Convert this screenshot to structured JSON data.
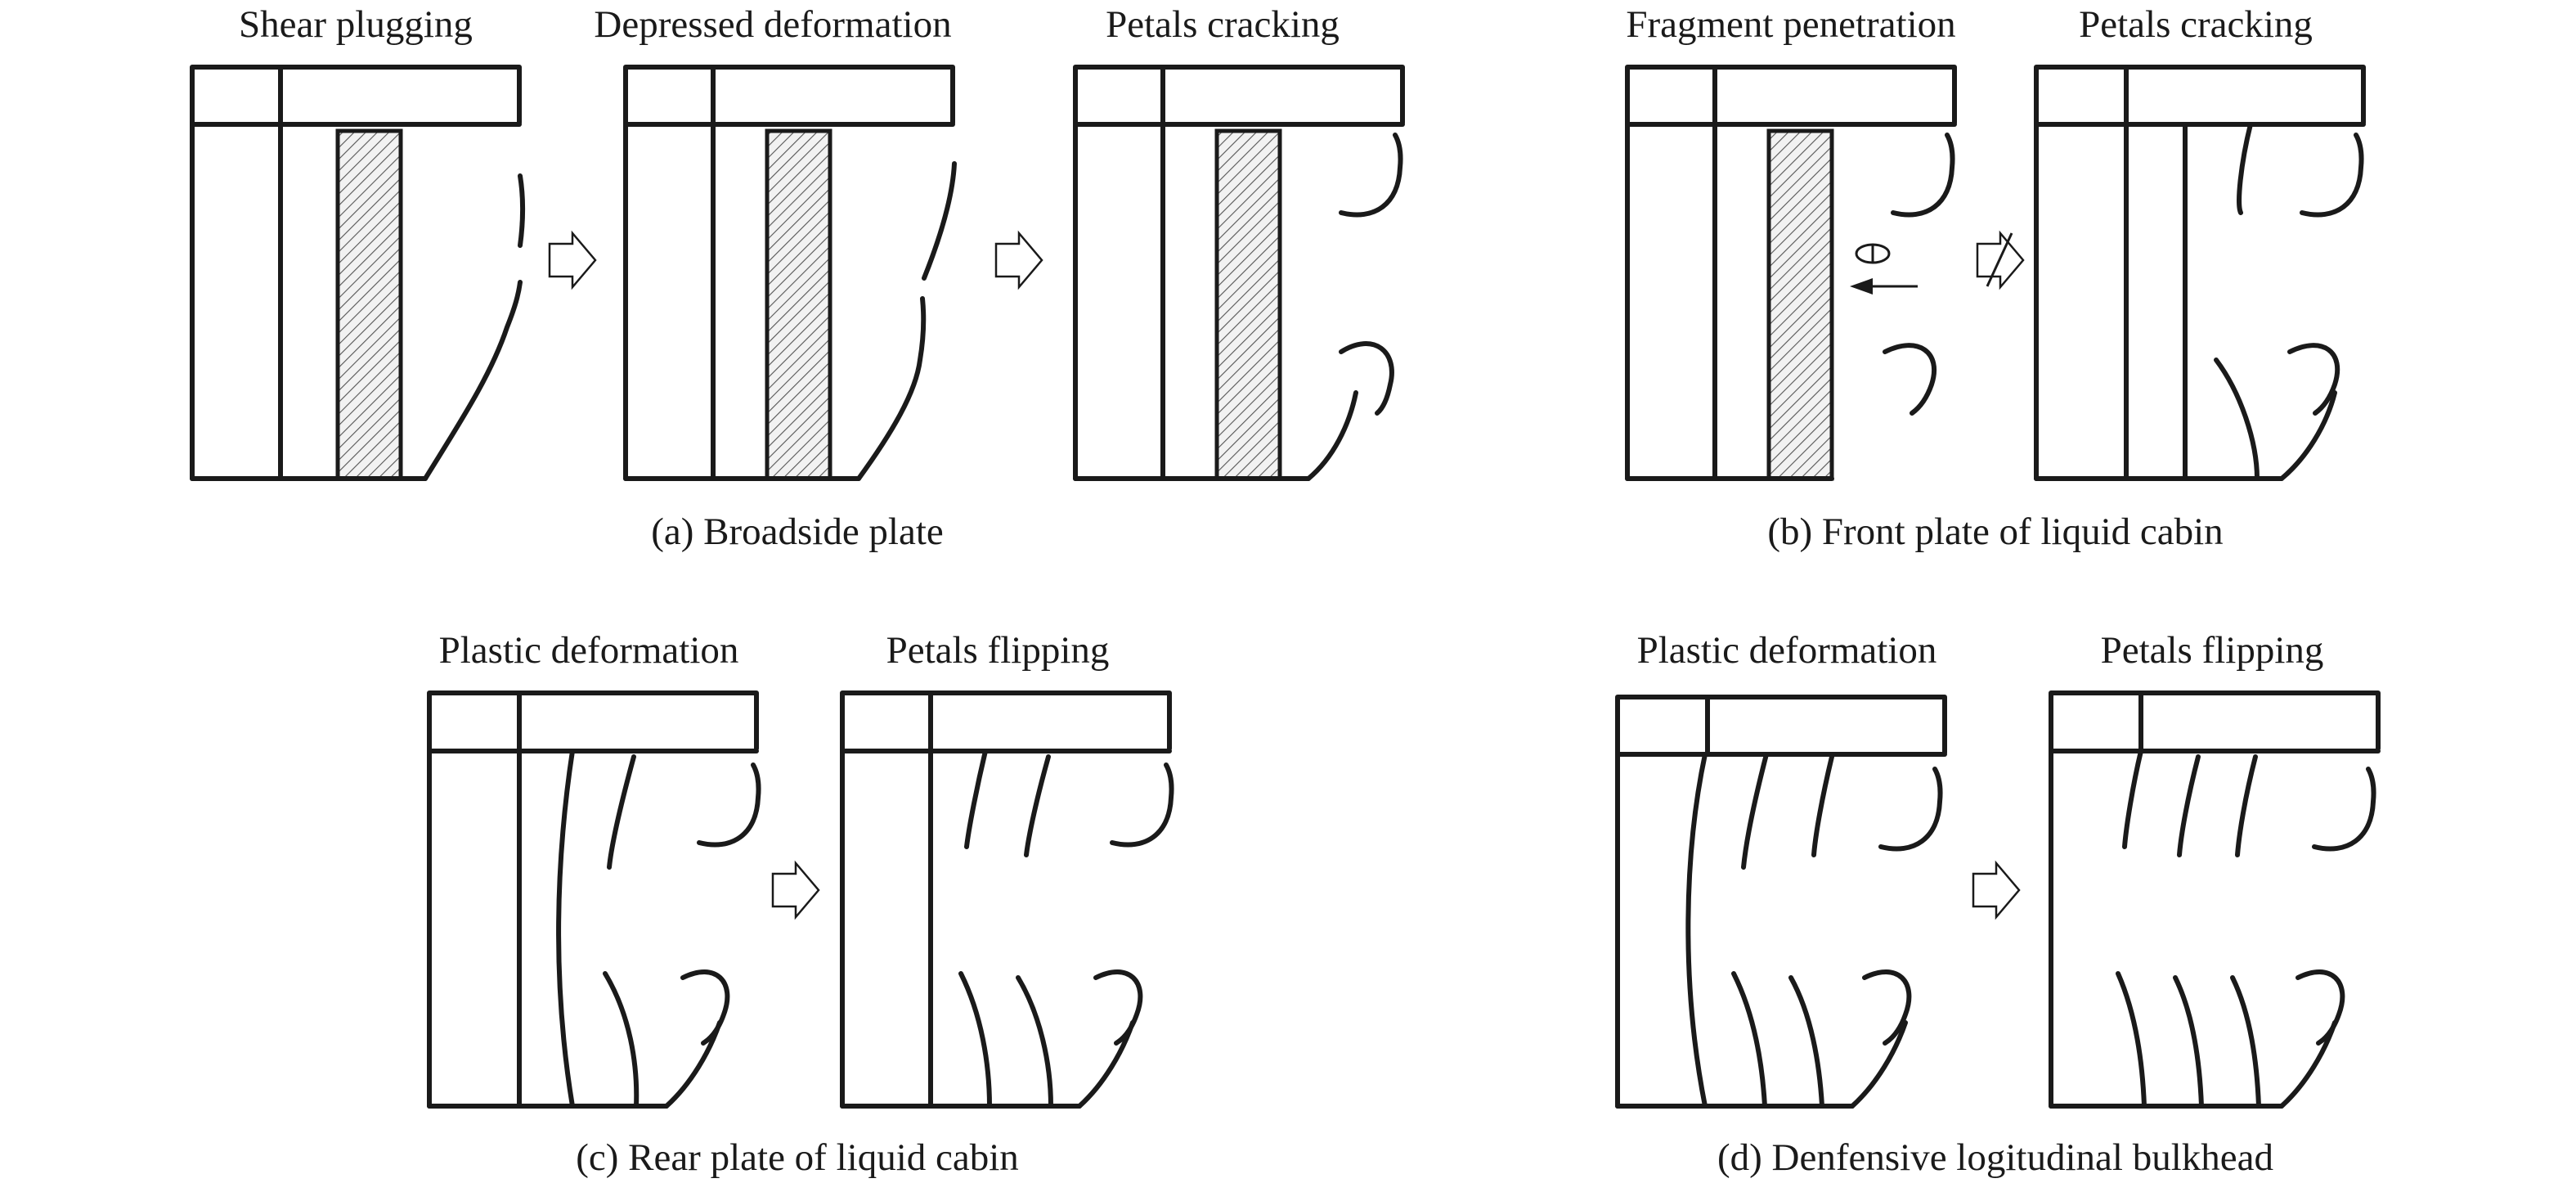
{
  "panel_a": {
    "titles": [
      "Shear plugging",
      "Depressed deformation",
      "Petals cracking"
    ],
    "caption": "(a) Broadside plate"
  },
  "panel_b": {
    "titles": [
      "Fragment penetration",
      "Petals cracking"
    ],
    "caption": "(b) Front plate of liquid cabin"
  },
  "panel_c": {
    "titles": [
      "Plastic deformation",
      "Petals flipping"
    ],
    "caption": "(c) Rear plate of liquid cabin"
  },
  "panel_d": {
    "titles": [
      "Plastic deformation",
      "Petals flipping"
    ],
    "caption": "(d) Denfensive logitudinal bulkhead"
  }
}
